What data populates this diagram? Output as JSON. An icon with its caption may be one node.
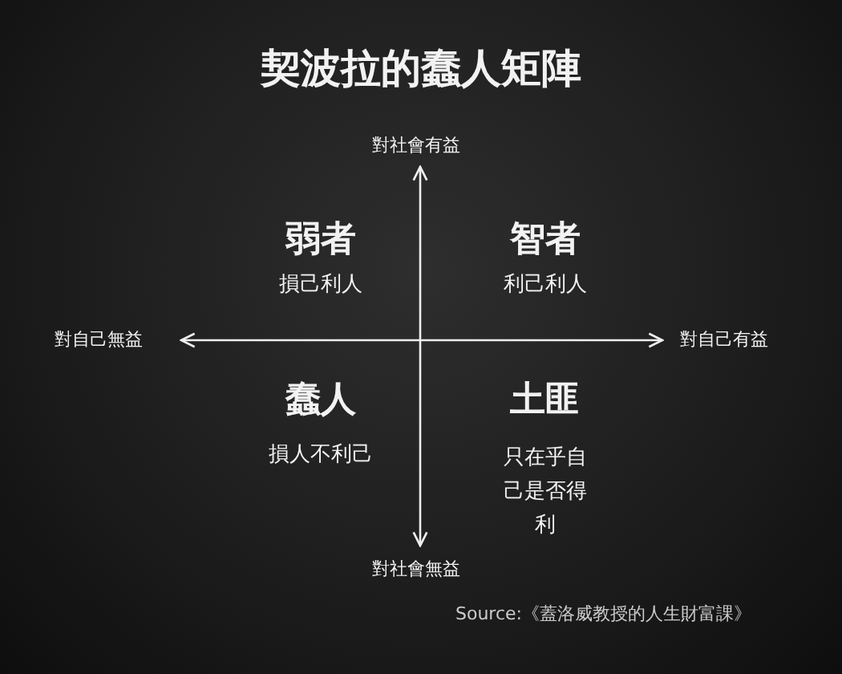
{
  "diagram": {
    "title": "契波拉的蠢人矩陣",
    "labels": [
      "對社會有益",
      "弱者",
      "智者",
      "損己利人",
      "利己利人",
      "對自己無益",
      "對自己有益",
      "蠢人",
      "土匪",
      "損人不利己",
      "只在乎自己是否得利",
      "對社會無益",
      "Source:《蓋洛威教授的人生財富課》"
    ]
  }
}
